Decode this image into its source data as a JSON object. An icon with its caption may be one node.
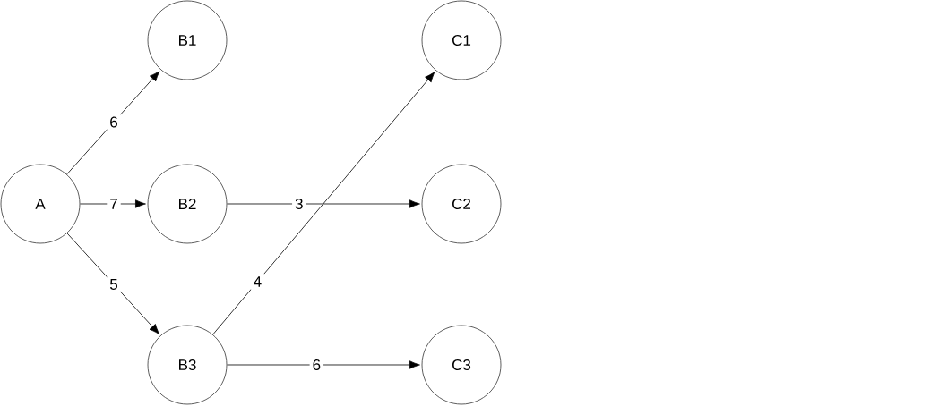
{
  "diagram": {
    "nodes": [
      {
        "text": [
          "A"
        ]
      },
      {
        "text": [
          "B1"
        ]
      },
      {
        "text": [
          "B2"
        ]
      },
      {
        "text": [
          "B3"
        ]
      },
      {
        "text": [
          "C1"
        ]
      },
      {
        "text": [
          "C2"
        ]
      },
      {
        "text": [
          "C3"
        ]
      }
    ],
    "edges": [
      {
        "from": 0,
        "to": 1,
        "arrow": "to",
        "label": "6"
      },
      {
        "from": 0,
        "to": 2,
        "arrow": "to",
        "label": "7"
      },
      {
        "from": 0,
        "to": 3,
        "arrow": "to",
        "label": "5"
      },
      {
        "from": 2,
        "to": 5,
        "arrow": "to",
        "label": "3"
      },
      {
        "from": 3,
        "to": 4,
        "arrow": "to",
        "label": "4"
      },
      {
        "from": 3,
        "to": 6,
        "arrow": "to",
        "label": "6"
      }
    ]
  }
}
